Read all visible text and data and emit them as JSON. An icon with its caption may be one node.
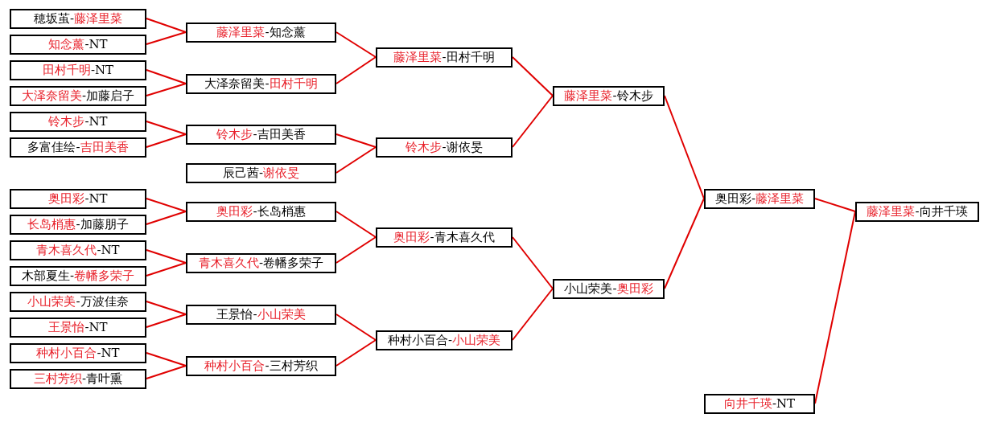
{
  "diagram": {
    "nodes": [
      {
        "text": [
          "穂坂茧-藤泽里菜"
        ]
      },
      {
        "text": [
          "知念薰-NT"
        ]
      },
      {
        "text": [
          "田村千明-NT"
        ]
      },
      {
        "text": [
          "大泽奈留美-加藤启子"
        ]
      },
      {
        "text": [
          "铃木步-NT"
        ]
      },
      {
        "text": [
          "多富佳绘-吉田美香"
        ]
      },
      {
        "text": [
          "奥田彩-NT"
        ]
      },
      {
        "text": [
          "长岛梢惠-加藤朋子"
        ]
      },
      {
        "text": [
          "青木喜久代-NT"
        ]
      },
      {
        "text": [
          "木部夏生-卷幡多荣子"
        ]
      },
      {
        "text": [
          "小山荣美-万波佳奈"
        ]
      },
      {
        "text": [
          "王景怡-NT"
        ]
      },
      {
        "text": [
          "种村小百合-NT"
        ]
      },
      {
        "text": [
          "三村芳织-青叶熏"
        ]
      },
      {
        "text": [
          "藤泽里菜-知念薰"
        ]
      },
      {
        "text": [
          "大泽奈留美-田村千明"
        ]
      },
      {
        "text": [
          "铃木步-吉田美香"
        ]
      },
      {
        "text": [
          "辰己茜-谢依旻"
        ]
      },
      {
        "text": [
          "奥田彩-长岛梢惠"
        ]
      },
      {
        "text": [
          "青木喜久代-卷幡多荣子"
        ]
      },
      {
        "text": [
          "王景怡-小山荣美"
        ]
      },
      {
        "text": [
          "种村小百合-三村芳织"
        ]
      },
      {
        "text": [
          "藤泽里菜-田村千明"
        ]
      },
      {
        "text": [
          "铃木步-谢依旻"
        ]
      },
      {
        "text": [
          "奥田彩-青木喜久代"
        ]
      },
      {
        "text": [
          "种村小百合-小山荣美"
        ]
      },
      {
        "text": [
          "藤泽里菜-铃木步"
        ]
      },
      {
        "text": [
          "小山荣美-奥田彩"
        ]
      },
      {
        "text": [
          "奥田彩-藤泽里菜"
        ]
      },
      {
        "text": [
          "向井千瑛-NT"
        ]
      },
      {
        "text": [
          "藤泽里菜-向井千瑛"
        ]
      }
    ],
    "edges": [
      {
        "from": 0,
        "to": 14,
        "arrow": "none"
      },
      {
        "from": 1,
        "to": 14,
        "arrow": "none"
      },
      {
        "from": 2,
        "to": 15,
        "arrow": "none"
      },
      {
        "from": 3,
        "to": 15,
        "arrow": "none"
      },
      {
        "from": 4,
        "to": 16,
        "arrow": "none"
      },
      {
        "from": 5,
        "to": 16,
        "arrow": "none"
      },
      {
        "from": 6,
        "to": 18,
        "arrow": "none"
      },
      {
        "from": 7,
        "to": 18,
        "arrow": "none"
      },
      {
        "from": 8,
        "to": 19,
        "arrow": "none"
      },
      {
        "from": 9,
        "to": 19,
        "arrow": "none"
      },
      {
        "from": 10,
        "to": 20,
        "arrow": "none"
      },
      {
        "from": 11,
        "to": 20,
        "arrow": "none"
      },
      {
        "from": 12,
        "to": 21,
        "arrow": "none"
      },
      {
        "from": 13,
        "to": 21,
        "arrow": "none"
      },
      {
        "from": 14,
        "to": 22,
        "arrow": "none"
      },
      {
        "from": 15,
        "to": 22,
        "arrow": "none"
      },
      {
        "from": 16,
        "to": 23,
        "arrow": "none"
      },
      {
        "from": 17,
        "to": 23,
        "arrow": "none"
      },
      {
        "from": 18,
        "to": 24,
        "arrow": "none"
      },
      {
        "from": 19,
        "to": 24,
        "arrow": "none"
      },
      {
        "from": 20,
        "to": 25,
        "arrow": "none"
      },
      {
        "from": 21,
        "to": 25,
        "arrow": "none"
      },
      {
        "from": 22,
        "to": 26,
        "arrow": "none"
      },
      {
        "from": 23,
        "to": 26,
        "arrow": "none"
      },
      {
        "from": 24,
        "to": 27,
        "arrow": "none"
      },
      {
        "from": 25,
        "to": 27,
        "arrow": "none"
      },
      {
        "from": 26,
        "to": 28,
        "arrow": "none"
      },
      {
        "from": 27,
        "to": 28,
        "arrow": "none"
      },
      {
        "from": 28,
        "to": 30,
        "arrow": "none"
      },
      {
        "from": 29,
        "to": 30,
        "arrow": "none"
      }
    ]
  }
}
